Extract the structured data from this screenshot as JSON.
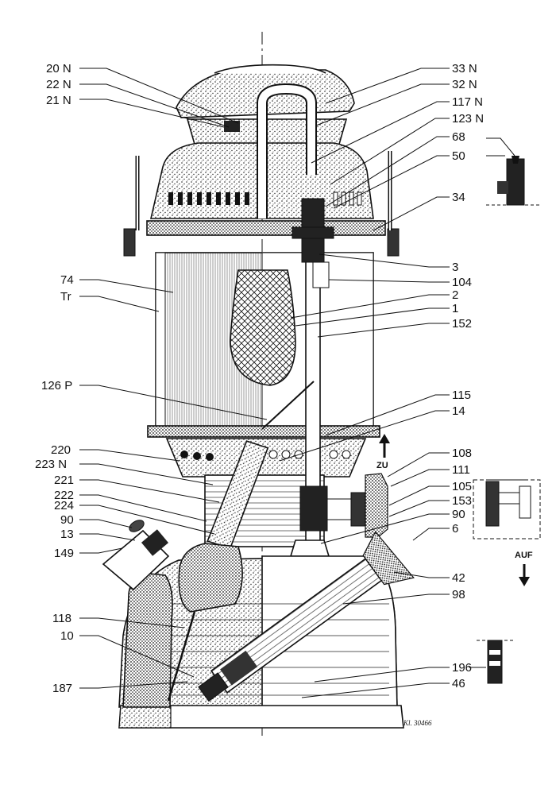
{
  "diagram": {
    "labels": {
      "l20N": "20 N",
      "l22N": "22 N",
      "l21N": "21 N",
      "l33N": "33 N",
      "l32N": "32 N",
      "l117N": "117 N",
      "l123N": "123 N",
      "l68": "68",
      "l50": "50",
      "l34": "34",
      "l74": "74",
      "lTr": "Tr",
      "l3": "3",
      "l104": "104",
      "l2": "2",
      "l1": "1",
      "l152": "152",
      "l126P": "126 P",
      "l115": "115",
      "l14": "14",
      "l220": "220",
      "l223N": "223 N",
      "l221": "221",
      "l222": "222",
      "l224": "224",
      "l90a": "90",
      "l13": "13",
      "l149": "149",
      "l108": "108",
      "l111": "111",
      "l105": "105",
      "l153": "153",
      "l90b": "90",
      "l6": "6",
      "l42": "42",
      "l98": "98",
      "l118": "118",
      "l10": "10",
      "l187": "187",
      "l196": "196",
      "l46": "46"
    },
    "arrows": {
      "zu": "ZU",
      "auf": "AUF"
    },
    "signature": "Kl. 30466"
  }
}
